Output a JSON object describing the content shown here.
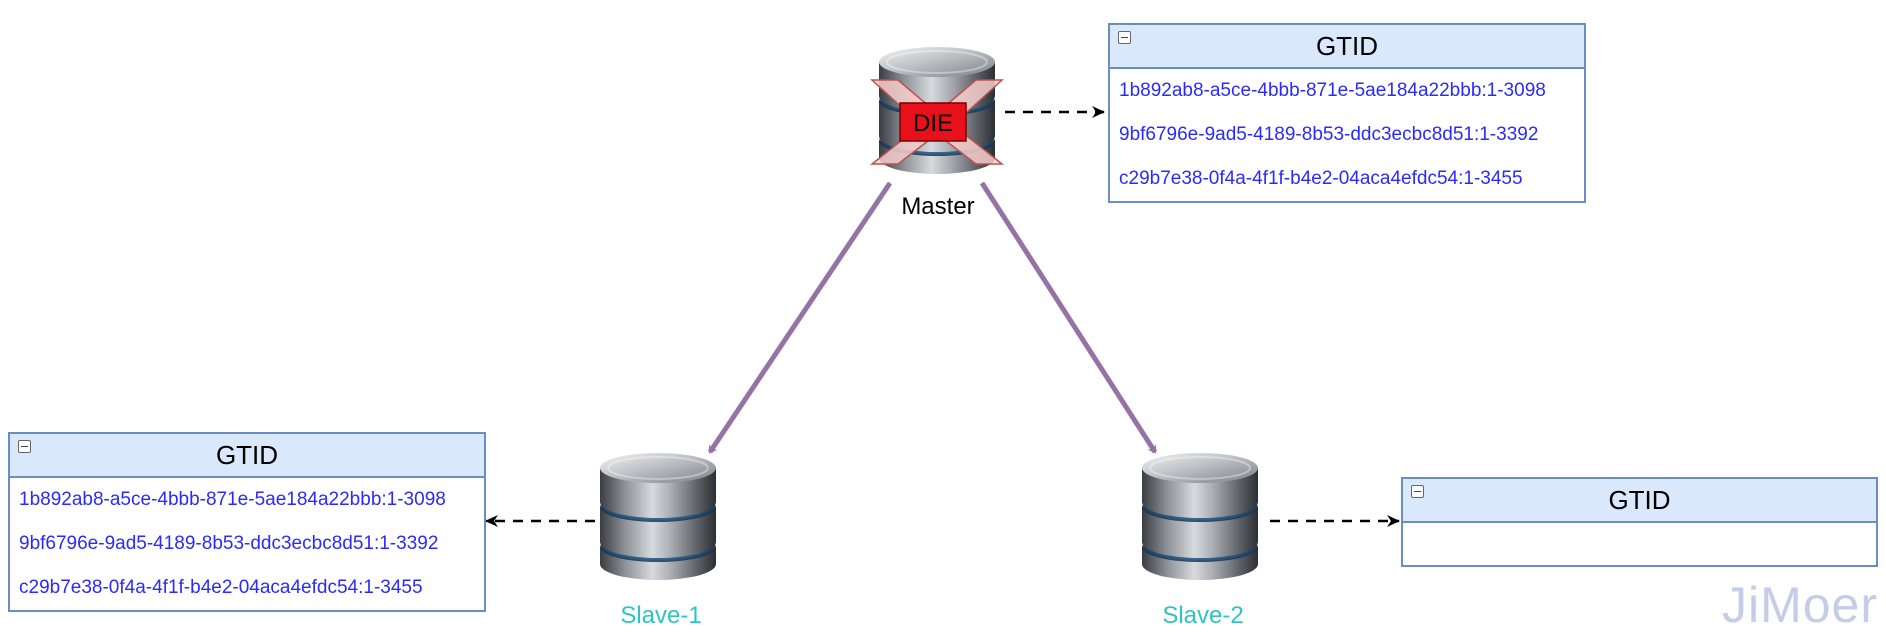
{
  "master": {
    "label": "Master",
    "status_badge": "DIE",
    "gtid": {
      "title": "GTID",
      "rows": [
        "1b892ab8-a5ce-4bbb-871e-5ae184a22bbb:1-3098",
        "9bf6796e-9ad5-4189-8b53-ddc3ecbc8d51:1-3392",
        "c29b7e38-0f4a-4f1f-b4e2-04aca4efdc54:1-3455"
      ]
    }
  },
  "slave1": {
    "label": "Slave-1",
    "gtid": {
      "title": "GTID",
      "rows": [
        "1b892ab8-a5ce-4bbb-871e-5ae184a22bbb:1-3098",
        "9bf6796e-9ad5-4189-8b53-ddc3ecbc8d51:1-3392",
        "c29b7e38-0f4a-4f1f-b4e2-04aca4efdc54:1-3455"
      ]
    }
  },
  "slave2": {
    "label": "Slave-2",
    "gtid": {
      "title": "GTID",
      "rows": []
    }
  },
  "watermark": "JiMoer",
  "colors": {
    "replication_arrow": "#9673a6",
    "gtid_border": "#6c8ebf",
    "gtid_header_fill": "#dae8fc",
    "gtid_text": "#2a2aff",
    "slave_label": "#2ec4c4",
    "die_fill": "#e8101a",
    "die_cross": "#f8cecc"
  },
  "icons": {
    "database": "database-icon",
    "failure": "cross-icon"
  }
}
